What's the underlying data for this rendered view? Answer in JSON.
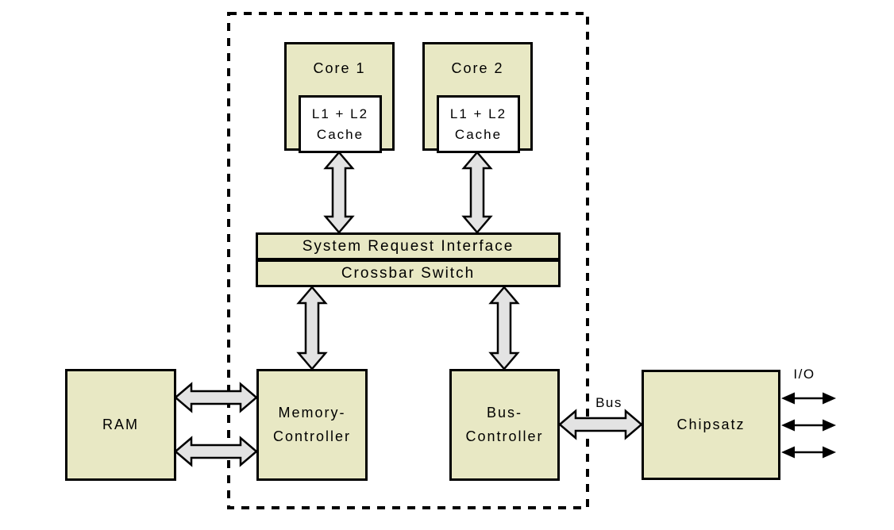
{
  "diagram": {
    "description": "Dual-core CPU architecture block diagram",
    "colors": {
      "box_fill": "#e8e8c4",
      "cache_fill": "#ffffff",
      "arrow_fill": "#e3e3e3",
      "line_color": "#000000",
      "background": "#ffffff"
    },
    "nodes": {
      "core1": {
        "label": "Core 1"
      },
      "core2": {
        "label": "Core 2"
      },
      "cache1": {
        "label": "L1 + L2\nCache"
      },
      "cache2": {
        "label": "L1 + L2\nCache"
      },
      "system_request_interface": {
        "label": "System Request Interface"
      },
      "crossbar_switch": {
        "label": "Crossbar Switch"
      },
      "ram": {
        "label": "RAM"
      },
      "memory_controller": {
        "label": "Memory-\nController"
      },
      "bus_controller": {
        "label": "Bus-\nController"
      },
      "chipset": {
        "label": "Chipsatz"
      }
    },
    "edge_labels": {
      "bus": "Bus",
      "io": "I/O"
    },
    "edges": [
      {
        "from": "cache1",
        "to": "system_request_interface",
        "type": "thick-double-arrow"
      },
      {
        "from": "cache2",
        "to": "system_request_interface",
        "type": "thick-double-arrow"
      },
      {
        "from": "crossbar_switch",
        "to": "memory_controller",
        "type": "thick-double-arrow"
      },
      {
        "from": "crossbar_switch",
        "to": "bus_controller",
        "type": "thick-double-arrow"
      },
      {
        "from": "ram",
        "to": "memory_controller",
        "type": "thick-double-arrow"
      },
      {
        "from": "ram",
        "to": "memory_controller",
        "type": "thick-double-arrow"
      },
      {
        "from": "bus_controller",
        "to": "chipset",
        "type": "thick-double-arrow",
        "label": "Bus"
      },
      {
        "from": "chipset",
        "to": "external",
        "type": "thin-double-arrow",
        "label": "I/O",
        "count": 3
      }
    ],
    "boundary": "dashed rectangle around CPU die (cores, caches, SRI, crossbar, memory controller, bus controller)"
  }
}
